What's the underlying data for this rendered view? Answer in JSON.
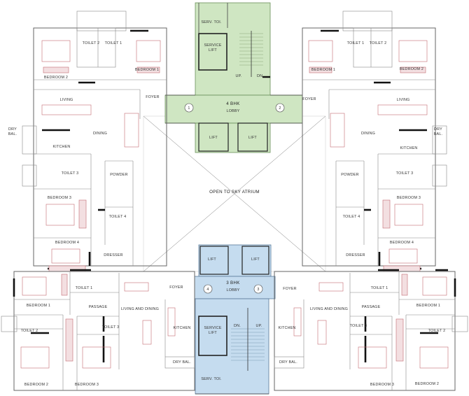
{
  "core_top": {
    "label": "4 BHK",
    "lobby": "LOBBY",
    "service_toilet": "SERV. TOI.",
    "service_lift": [
      "SERVICE",
      "LIFT"
    ],
    "lift_left": "LIFT",
    "lift_right": "LIFT",
    "up": "UP.",
    "dn": "DN.",
    "marker_left": "1",
    "marker_right": "2",
    "color": "#cfe6c2"
  },
  "core_bottom": {
    "label": "3 BHK",
    "lobby": "LOBBY",
    "service_toilet": "SERV. TOI.",
    "service_lift": [
      "SERVICE",
      "LIFT"
    ],
    "lift_left": "LIFT",
    "lift_right": "LIFT",
    "up": "UP.",
    "dn": "DN.",
    "marker_left": "4",
    "marker_right": "3",
    "color": "#c5dcef"
  },
  "atrium": "OPEN TO SKY ATRIUM",
  "top_left": {
    "toilet_2": "TOILET 2",
    "toilet_1": "TOILET 1",
    "bedroom_2": "BEDROOM 2",
    "bedroom_1": "BEDROOM 1",
    "living": "LIVING",
    "foyer": "FOYER",
    "dining": "DINING",
    "dry_bal": [
      "DRY",
      "BAL."
    ],
    "kitchen": "KITCHEN",
    "toilet_3": "TOILET 3",
    "powder": "POWDER",
    "bedroom_3": "BEDROOM 3",
    "toilet_4": "TOILET 4",
    "bedroom_4": "BEDROOM 4",
    "dresser": "DRESSER"
  },
  "top_right": {
    "toilet_1": "TOILET 1",
    "toilet_2": "TOILET 2",
    "bedroom_1": "BEDROOM 1",
    "bedroom_2": "BEDROOM 2",
    "foyer": "FOYER",
    "living": "LIVING",
    "dining": "DINING",
    "dry_bal": [
      "DRY",
      "BAL."
    ],
    "kitchen": "KITCHEN",
    "powder": "POWDER",
    "toilet_3": "TOILET 3",
    "bedroom_3": "BEDROOM 3",
    "toilet_4": "TOILET 4",
    "bedroom_4": "BEDROOM 4",
    "dresser": "DRESSER"
  },
  "bottom_left": {
    "toilet_1": "TOILET 1",
    "bedroom_1": "BEDROOM 1",
    "passage": "PASSAGE",
    "foyer": "FOYER",
    "living_dining": "LIVING AND DINING",
    "toilet_2": "TOILET 2",
    "toilet_3": "TOILET 3",
    "kitchen": "KITCHEN",
    "dry_bal": "DRY BAL.",
    "bedroom_2": "BEDROOM 2",
    "bedroom_3": "BEDROOM 3"
  },
  "bottom_right": {
    "toilet_1": "TOILET 1",
    "bedroom_1": "BEDROOM 1",
    "passage": "PASSAGE",
    "foyer": "FOYER",
    "living_dining": "LIVING AND DINING",
    "toilet_3": "TOILET 3",
    "toilet_2": "TOILET 2",
    "kitchen": "KITCHEN",
    "dry_bal": "DRY BAL.",
    "bedroom_3": "BEDROOM 3",
    "bedroom_2": "BEDROOM 2"
  }
}
